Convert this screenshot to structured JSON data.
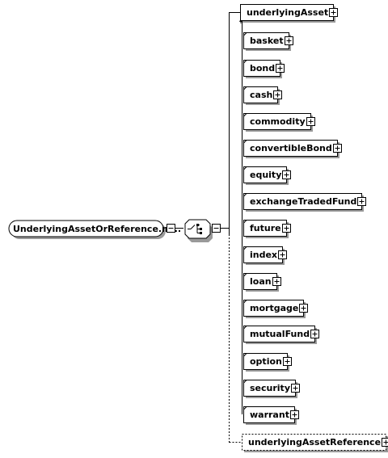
{
  "group": {
    "name": "UnderlyingAssetOrReference.m..."
  },
  "compositor": {
    "type": "choice"
  },
  "elements": [
    {
      "label": "underlyingAsset",
      "style": "substitution-head"
    },
    {
      "label": "basket",
      "style": "solid"
    },
    {
      "label": "bond",
      "style": "solid"
    },
    {
      "label": "cash",
      "style": "solid"
    },
    {
      "label": "commodity",
      "style": "solid"
    },
    {
      "label": "convertibleBond",
      "style": "solid"
    },
    {
      "label": "equity",
      "style": "solid"
    },
    {
      "label": "exchangeTradedFund",
      "style": "solid"
    },
    {
      "label": "future",
      "style": "solid"
    },
    {
      "label": "index",
      "style": "solid"
    },
    {
      "label": "loan",
      "style": "solid"
    },
    {
      "label": "mortgage",
      "style": "solid"
    },
    {
      "label": "mutualFund",
      "style": "solid"
    },
    {
      "label": "option",
      "style": "solid"
    },
    {
      "label": "security",
      "style": "solid"
    },
    {
      "label": "warrant",
      "style": "solid"
    },
    {
      "label": "underlyingAssetReference",
      "style": "dashed"
    }
  ],
  "icons": {
    "expand": "plus-box-icon",
    "collapse": "minus-box-icon",
    "choice": "choice-compositor-icon"
  },
  "colors": {
    "stroke": "#000000",
    "shadow": "#9a9a9a",
    "fill": "#ffffff",
    "compositor_fill": "#ffffff"
  }
}
